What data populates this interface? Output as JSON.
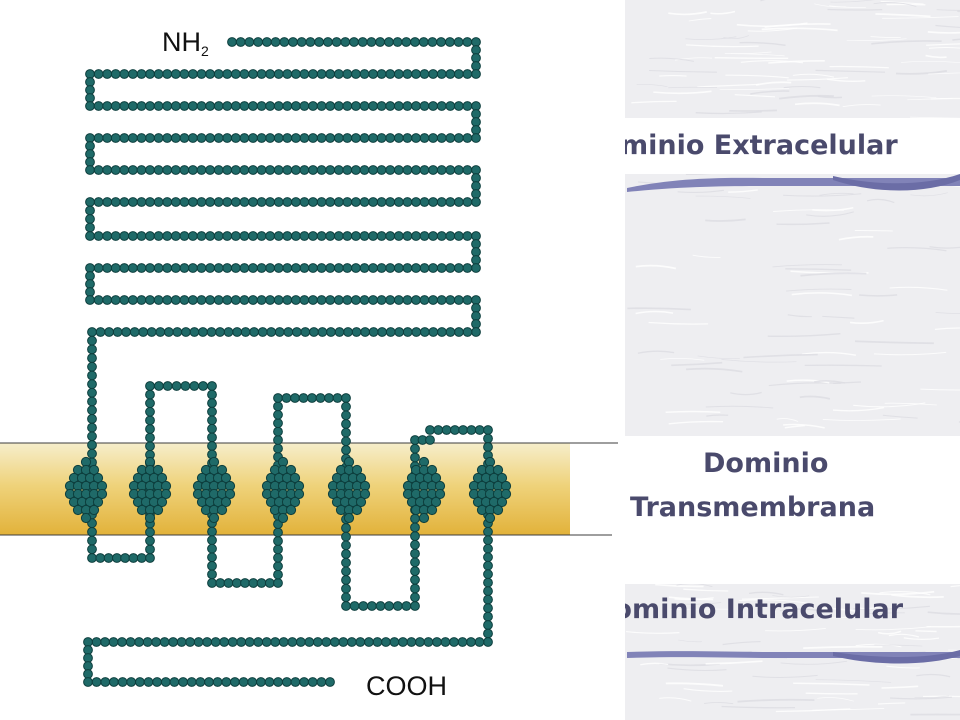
{
  "diagram": {
    "n_terminus_label": "NH",
    "n_terminus_subscript": "2",
    "c_terminus_label": "COOH"
  },
  "domains": {
    "extracellular": "Dominio Extracelular",
    "transmembrane_line1": "Dominio",
    "transmembrane_line2": "Transmembrana",
    "intracellular": "Dominio Intracelular"
  },
  "colors": {
    "residue": "#1f6a68",
    "residue_edge": "#0d3e3d",
    "membrane_top": "#f5ebc2",
    "membrane_bottom": "#e4b53c",
    "label_text": "#4a4a6c",
    "swoosh": "#7d7fb3"
  }
}
